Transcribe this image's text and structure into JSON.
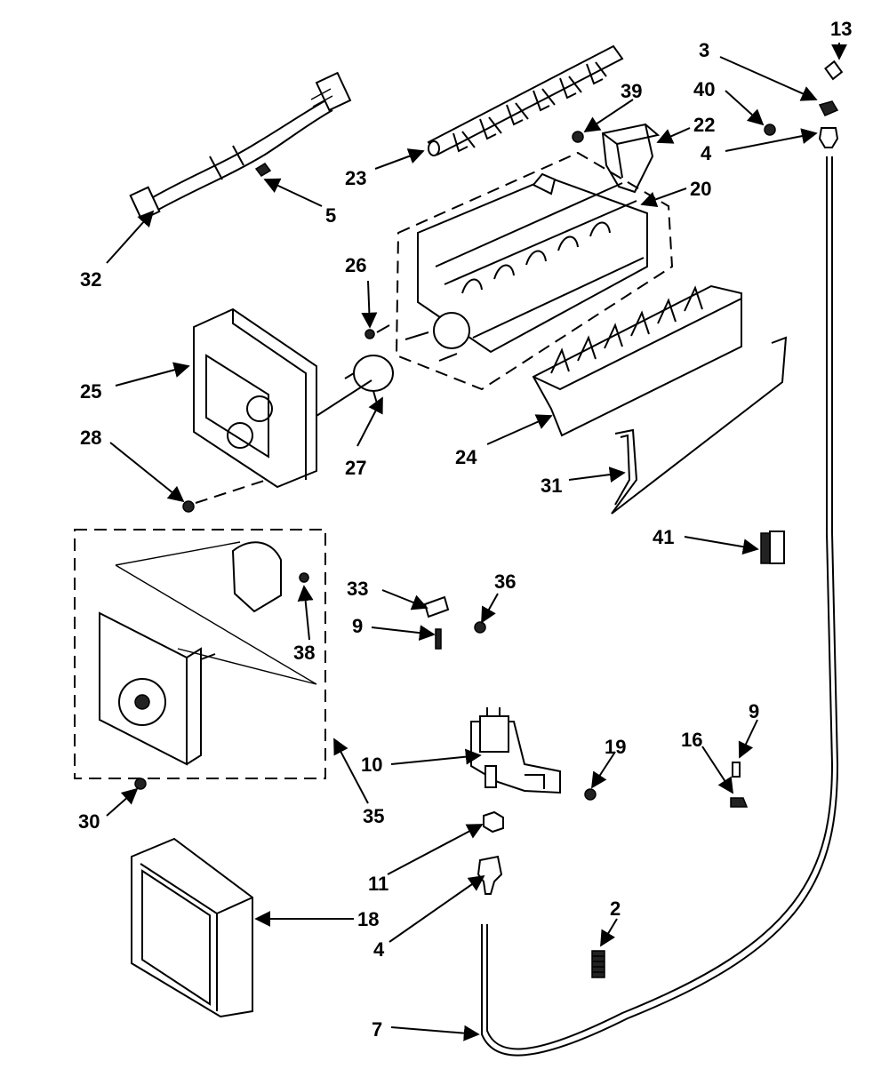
{
  "callouts": {
    "c13": "13",
    "c3": "3",
    "c40": "40",
    "c39": "39",
    "c22": "22",
    "c4a": "4",
    "c23": "23",
    "c20": "20",
    "c5": "5",
    "c32": "32",
    "c26": "26",
    "c25": "25",
    "c28": "28",
    "c27": "27",
    "c24": "24",
    "c31": "31",
    "c41": "41",
    "c33": "33",
    "c36": "36",
    "c9a": "9",
    "c38": "38",
    "c9b": "9",
    "c16": "16",
    "c19": "19",
    "c10": "10",
    "c35": "35",
    "c30": "30",
    "c11": "11",
    "c18": "18",
    "c2": "2",
    "c4b": "4",
    "c7": "7"
  }
}
